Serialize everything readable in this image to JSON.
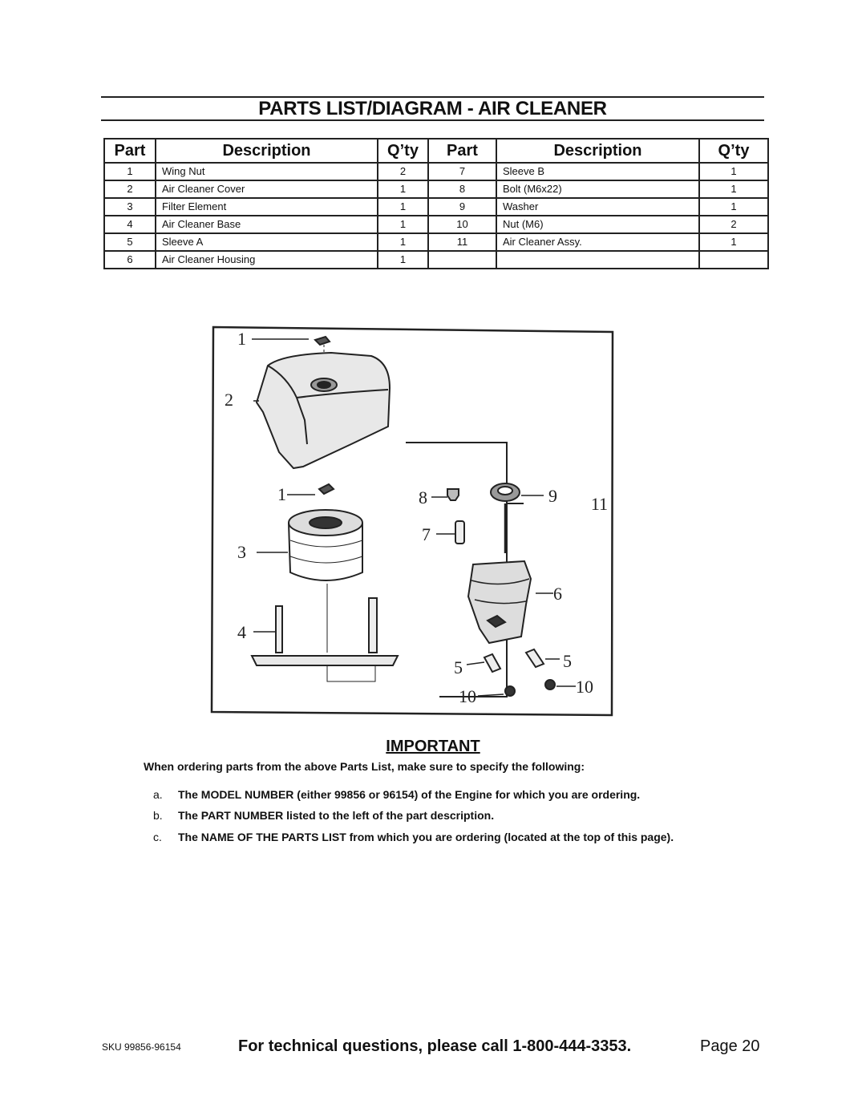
{
  "title": "PARTS LIST/DIAGRAM - AIR CLEANER",
  "table": {
    "headers": [
      "Part",
      "Description",
      "Q’ty",
      "Part",
      "Description",
      "Q’ty"
    ],
    "rows": [
      [
        "1",
        "Wing Nut",
        "2",
        "7",
        "Sleeve B",
        "1"
      ],
      [
        "2",
        "Air Cleaner Cover",
        "1",
        "8",
        "Bolt (M6x22)",
        "1"
      ],
      [
        "3",
        "Filter Element",
        "1",
        "9",
        "Washer",
        "1"
      ],
      [
        "4",
        "Air Cleaner Base",
        "1",
        "10",
        "Nut (M6)",
        "2"
      ],
      [
        "5",
        "Sleeve A",
        "1",
        "11",
        "Air Cleaner Assy.",
        "1"
      ],
      [
        "6",
        "Air Cleaner Housing",
        "1",
        "",
        "",
        ""
      ]
    ]
  },
  "diagram": {
    "callouts": [
      "1",
      "2",
      "1",
      "3",
      "4",
      "8",
      "9",
      "11",
      "7",
      "6",
      "5",
      "5",
      "10",
      "10"
    ]
  },
  "important": {
    "heading": "IMPORTANT",
    "lead": "When ordering parts from the above Parts List, make sure to specify the following:",
    "items": [
      {
        "letter": "a.",
        "text": "The MODEL NUMBER (either 99856 or 96154) of the Engine for which you are ordering."
      },
      {
        "letter": "b.",
        "text": "The PART NUMBER listed to the left of the part description."
      },
      {
        "letter": "c.",
        "text": "The NAME OF THE PARTS LIST from which you are ordering (located at the top of this page)."
      }
    ]
  },
  "footer": {
    "sku": "SKU 99856-96154",
    "tech": "For technical questions, please call 1-800-444-3353.",
    "page": "Page 20"
  }
}
